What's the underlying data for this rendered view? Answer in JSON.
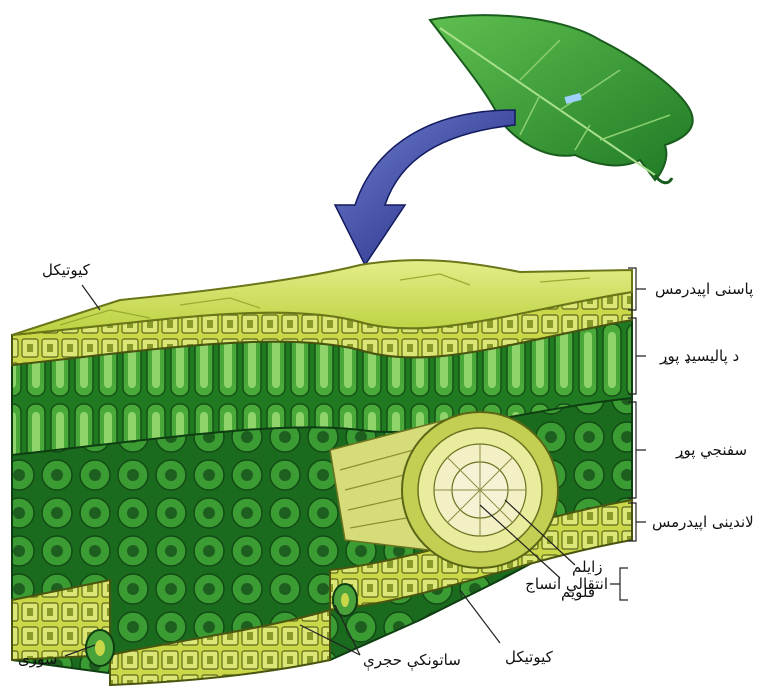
{
  "labels": {
    "upper_epidermis": "پاسنی اپیدرمس",
    "palisade": "د پالیسیډ پوړ",
    "spongy": "سفنجي پوړ",
    "lower_epidermis": "لاندینی اپیدرمس",
    "vascular": "انتقالي انساج",
    "xylem": "زایلم",
    "phloem": "فلویم",
    "cuticle_top": "کیوتیکل",
    "cuticle_bottom": "کیوتیکل",
    "guard_cells": "ساتونکې حجرې",
    "stoma": "سورى"
  },
  "colors": {
    "leaf": "#2e8b2e",
    "arrow": "#2a2f8f",
    "upper_epidermis": "#c7d84a",
    "palisade": "#3c9a35",
    "spongy": "#2f8a2f",
    "bundle": "#c9d35a"
  }
}
